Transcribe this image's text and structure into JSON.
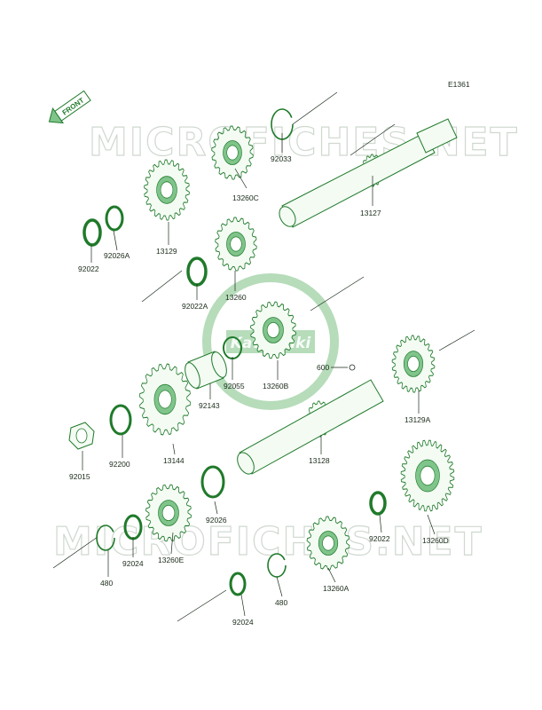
{
  "diagram_id": "E1361",
  "front_badge": "FRONT",
  "watermark": "MICROFICHES.NET",
  "logo_text": "Kawasaki",
  "colors": {
    "line": "#1f7a2a",
    "fill": "#f3fbf3",
    "accent": "#7fc48a",
    "watermark": "#cfd8cf",
    "logo": "#2e9a3a"
  },
  "parts": [
    {
      "id": "92033"
    },
    {
      "id": "13260C"
    },
    {
      "id": "13127"
    },
    {
      "id": "13129"
    },
    {
      "id": "92022"
    },
    {
      "id": "92026A"
    },
    {
      "id": "13260"
    },
    {
      "id": "92022A"
    },
    {
      "id": "92055"
    },
    {
      "id": "13260B"
    },
    {
      "id": "600"
    },
    {
      "id": "92143"
    },
    {
      "id": "13129A"
    },
    {
      "id": "13144"
    },
    {
      "id": "92200"
    },
    {
      "id": "92015"
    },
    {
      "id": "13128"
    },
    {
      "id": "92026"
    },
    {
      "id": "13260E"
    },
    {
      "id": "92024"
    },
    {
      "id": "480"
    },
    {
      "id": "92022"
    },
    {
      "id": "13260D"
    },
    {
      "id": "13260A"
    },
    {
      "id": "480"
    },
    {
      "id": "92024"
    }
  ]
}
